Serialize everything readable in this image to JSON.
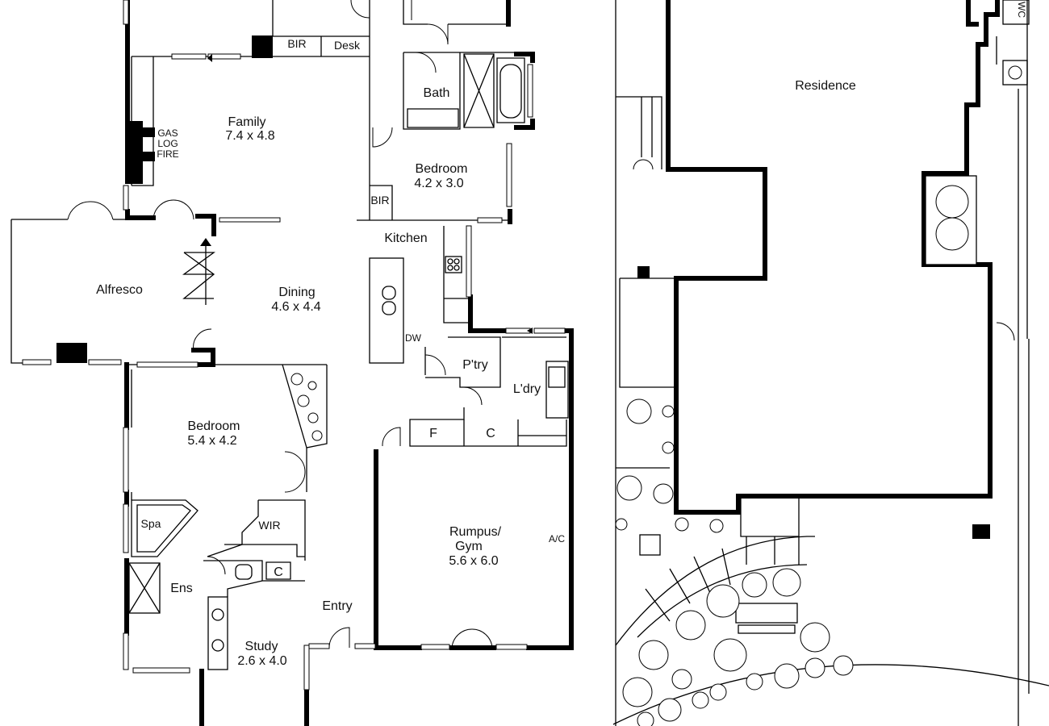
{
  "floorplan": {
    "rooms": {
      "family": {
        "name": "Family",
        "size": "7.4 x 4.8"
      },
      "bedroom_top": {
        "name": "Bedroom",
        "size": "4.2 x 3.0"
      },
      "dining": {
        "name": "Dining",
        "size": "4.6 x 4.4"
      },
      "bedroom_main": {
        "name": "Bedroom",
        "size": "5.4 x 4.2"
      },
      "rumpus": {
        "name_line1": "Rumpus/",
        "name_line2": "Gym",
        "size": "5.6 x 6.0"
      },
      "study": {
        "name": "Study",
        "size": "2.6 x 4.0"
      }
    },
    "labels": {
      "bir": "BIR",
      "desk": "Desk",
      "bath": "Bath",
      "gas": "GAS",
      "log": "LOG",
      "fire": "FIRE",
      "alfresco": "Alfresco",
      "kitchen": "Kitchen",
      "dw": "DW",
      "pantry": "P'try",
      "laundry": "L'dry",
      "fridge": "F",
      "cupboard": "C",
      "spa": "Spa",
      "wir": "WIR",
      "ensuite": "Ens",
      "entry": "Entry",
      "ac": "A/C"
    }
  },
  "siteplan": {
    "residence": "Residence",
    "wc": "WC"
  }
}
